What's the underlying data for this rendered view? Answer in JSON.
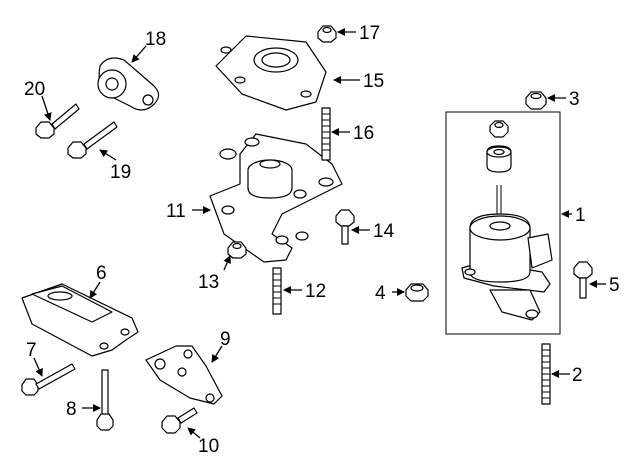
{
  "diagram": {
    "callouts": [
      {
        "id": "1",
        "text": "1"
      },
      {
        "id": "2",
        "text": "2"
      },
      {
        "id": "3",
        "text": "3"
      },
      {
        "id": "4",
        "text": "4"
      },
      {
        "id": "5",
        "text": "5"
      },
      {
        "id": "6",
        "text": "6"
      },
      {
        "id": "7",
        "text": "7"
      },
      {
        "id": "8",
        "text": "8"
      },
      {
        "id": "9",
        "text": "9"
      },
      {
        "id": "10",
        "text": "10"
      },
      {
        "id": "11",
        "text": "11"
      },
      {
        "id": "12",
        "text": "12"
      },
      {
        "id": "13",
        "text": "13"
      },
      {
        "id": "14",
        "text": "14"
      },
      {
        "id": "15",
        "text": "15"
      },
      {
        "id": "16",
        "text": "16"
      },
      {
        "id": "17",
        "text": "17"
      },
      {
        "id": "18",
        "text": "18"
      },
      {
        "id": "19",
        "text": "19"
      },
      {
        "id": "20",
        "text": "20"
      }
    ],
    "icons": {
      "arrowhead": "arrowhead-icon"
    }
  }
}
